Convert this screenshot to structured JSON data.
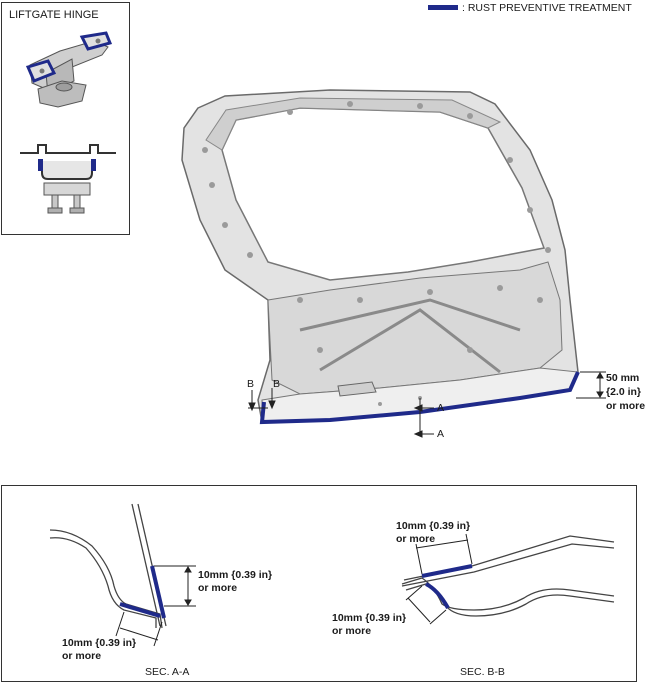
{
  "hinge_title": "LIFTGATE HINGE",
  "legend": {
    "label": ": RUST PREVENTIVE TREATMENT",
    "color": "#1f2a8a"
  },
  "liftgate": {
    "label_50mm": [
      "50 mm",
      "{2.0 in}",
      "or more"
    ],
    "section_marks": {
      "b_left": "B",
      "b_right": "B",
      "a_top": "A",
      "a_bottom": "A"
    }
  },
  "section_aa": {
    "title": "SEC. A-A",
    "dim_right": [
      "10mm {0.39 in}",
      "or more"
    ],
    "dim_bottom": [
      "10mm {0.39 in}",
      "or more"
    ]
  },
  "section_bb": {
    "title": "SEC. B-B",
    "dim_top": [
      "10mm {0.39 in}",
      "or more"
    ],
    "dim_bottom": [
      "10mm {0.39 in}",
      "or more"
    ]
  },
  "colors": {
    "treatment": "#1f2a8a",
    "panel": "#d9d9d9",
    "outline": "#555555"
  }
}
